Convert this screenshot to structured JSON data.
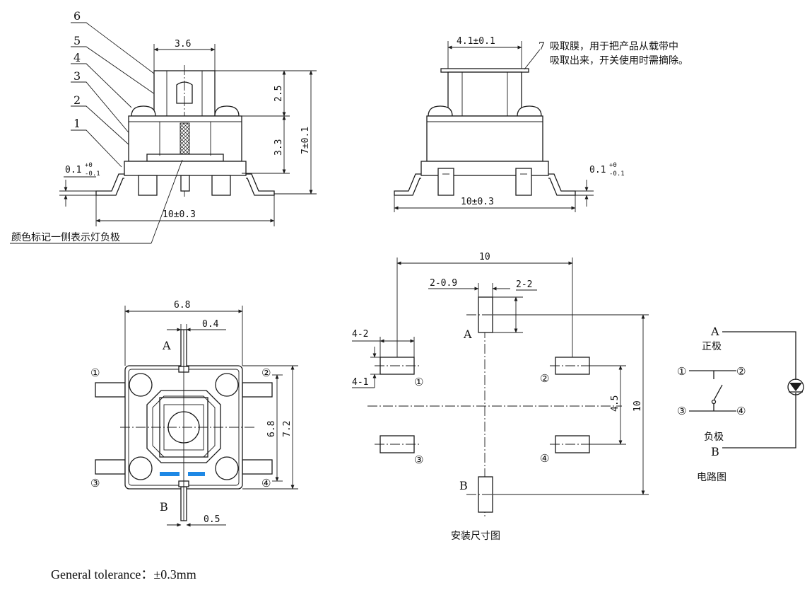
{
  "side_view": {
    "parts": [
      "6",
      "5",
      "4",
      "3",
      "2",
      "1"
    ],
    "dim_width_top": "3.6",
    "dim_height_top": "2.5",
    "dim_height_mid": "3.3",
    "dim_height_total": "7±0.1",
    "dim_lead_offset_main": "0.1",
    "dim_lead_offset_sup": "+0",
    "dim_lead_offset_sub": "-0.1",
    "dim_width_bottom": "10±0.3",
    "note_polarity": "颜色标记一侧表示灯负极"
  },
  "front_view": {
    "dim_film_width": "4.1±0.1",
    "film_note_num": "7",
    "film_note_line1": "吸取膜，用于把产品从载带中",
    "film_note_line2": "吸取出来，开关使用时需摘除。",
    "dim_lead_offset_main": "0.1",
    "dim_lead_offset_sup": "+0",
    "dim_lead_offset_sub": "-0.1",
    "dim_width_bottom": "10±0.3"
  },
  "top_view": {
    "dim_width": "6.8",
    "dim_lead_width_top": "0.4",
    "dim_lead_width_bottom": "0.5",
    "dim_height_inner": "6.8",
    "dim_height_outer": "7.2",
    "label_a": "A",
    "label_b": "B",
    "pins": [
      "①",
      "②",
      "③",
      "④"
    ],
    "marker_color": "#1e88e5"
  },
  "footprint": {
    "dim_width": "10",
    "dim_height": "10",
    "dim_pad_spacing": "4.5",
    "dim_pad_a_width": "2-0.9",
    "dim_pad_a_height": "2-2",
    "dim_pad_length": "4-2",
    "dim_pad_width": "4-1",
    "label_a": "A",
    "label_b": "B",
    "pins": [
      "①",
      "②",
      "③",
      "④"
    ],
    "caption": "安装尺寸图"
  },
  "circuit": {
    "label_a": "A",
    "label_positive": "正极",
    "label_negative": "负极",
    "label_b": "B",
    "pins": [
      "①",
      "②",
      "③",
      "④"
    ],
    "caption": "电路图"
  },
  "general_tolerance": "General tolerance：±0.3mm"
}
